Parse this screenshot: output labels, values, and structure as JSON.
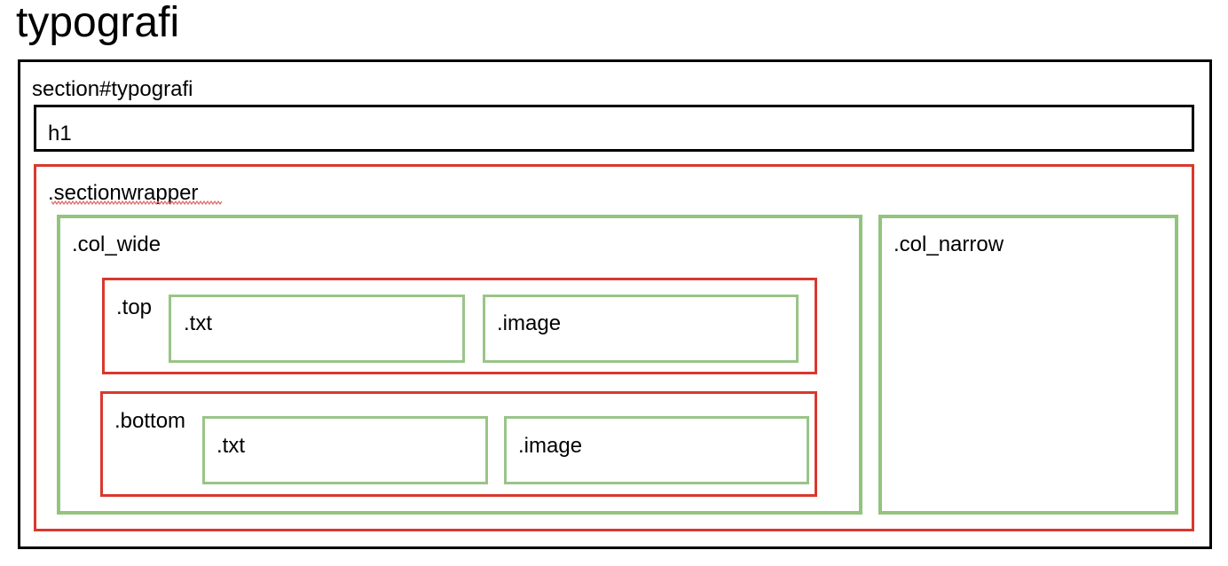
{
  "title": "typografi",
  "colors": {
    "outline": "#000000",
    "red_box": "#d9382e",
    "green_box": "#93c47d"
  },
  "section": {
    "label": "section#typografi",
    "h1": {
      "label": "h1"
    },
    "wrapper": {
      "label": ".sectionwrapper",
      "col_wide": {
        "label": ".col_wide",
        "top": {
          "label": ".top",
          "txt_label": ".txt",
          "image_label": ".image"
        },
        "bottom": {
          "label": ".bottom",
          "txt_label": ".txt",
          "image_label": ".image"
        }
      },
      "col_narrow": {
        "label": ".col_narrow"
      }
    }
  }
}
